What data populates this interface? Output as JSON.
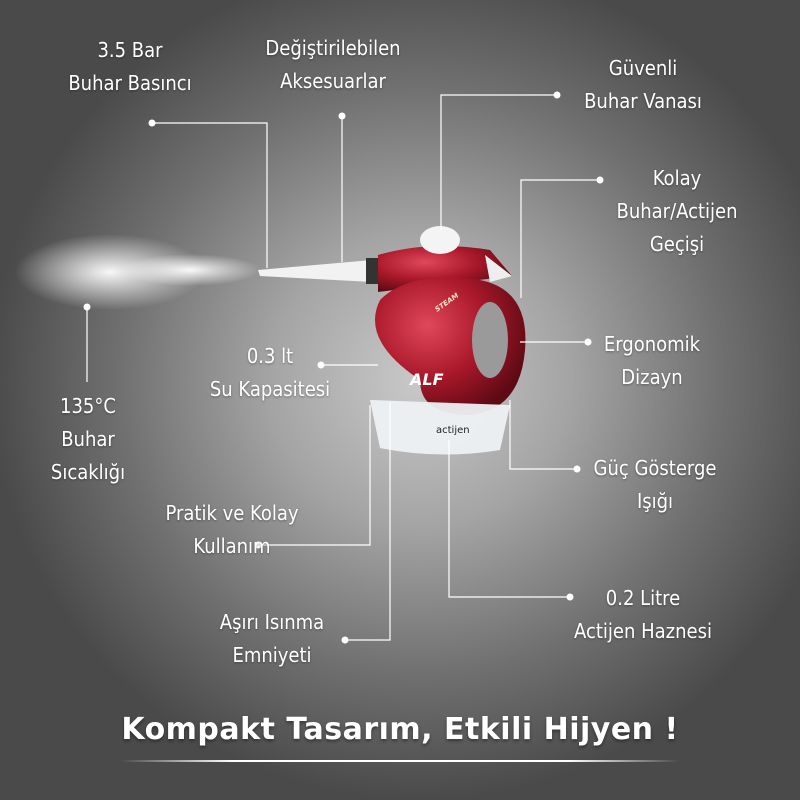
{
  "colors": {
    "accent": "#b01a2a",
    "background": "#8a8a8a",
    "text": "#ffffff"
  },
  "product": {
    "brand_logo": "ALF",
    "base_logo": "actijen",
    "badge": "STEAM"
  },
  "callouts": {
    "pressure": {
      "line1": "3.5 Bar",
      "line2": "Buhar Basıncı"
    },
    "accessories": {
      "line1": "Değiştirilebilen",
      "line2": "Aksesuarlar"
    },
    "valve": {
      "line1": "Güvenli",
      "line2": "Buhar Vanası"
    },
    "switch": {
      "line1": "Kolay",
      "line2": "Buhar/Actijen",
      "line3": "Geçişi"
    },
    "ergonomic": {
      "line1": "Ergonomik",
      "line2": "Dizayn"
    },
    "temperature": {
      "line1": "135°C",
      "line2": "Buhar",
      "line3": "Sıcaklığı"
    },
    "capacity": {
      "line1": "0.3 lt",
      "line2": "Su Kapasitesi"
    },
    "power_light": {
      "line1": "Güç Gösterge",
      "line2": "Işığı"
    },
    "practical": {
      "line1": "Pratik ve Kolay",
      "line2": "Kullanım"
    },
    "actijen_tank": {
      "line1": "0.2 Litre",
      "line2": "Actijen Haznesi"
    },
    "overheat": {
      "line1": "Aşırı Isınma",
      "line2": "Emniyeti"
    }
  },
  "banner": {
    "text": "Kompakt Tasarım, Etkili Hijyen !"
  }
}
